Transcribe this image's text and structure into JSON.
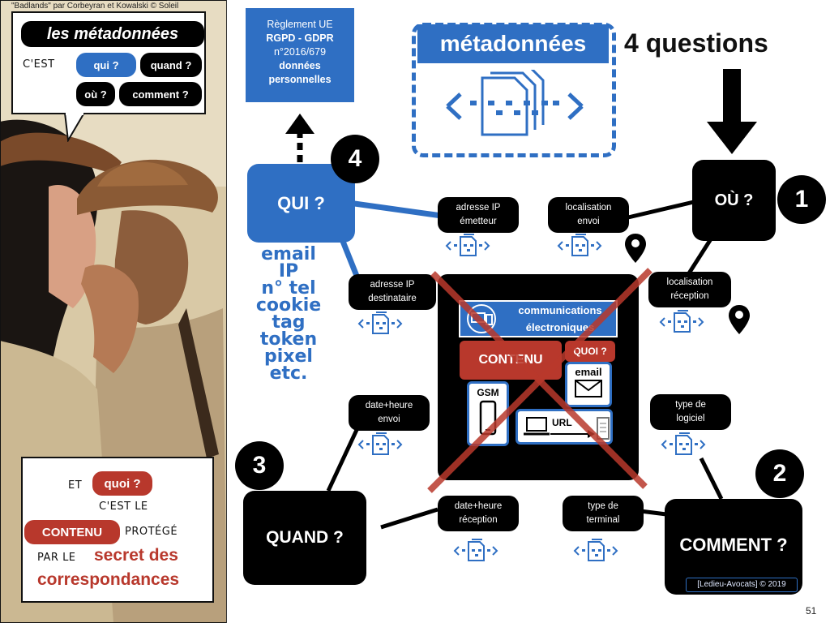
{
  "comic": {
    "credit": "\"Badlands\" par Corbeyran et Kowalski © Soleil",
    "top_bubble": {
      "title": "les métadonnées",
      "cest": "C'EST",
      "q_qui": "qui ?",
      "q_quand": "quand ?",
      "q_ou": "où ?",
      "q_comment": "comment ?"
    },
    "bottom_bubble": {
      "et": "ET",
      "quoi": "quoi ?",
      "cest_le": "C'EST LE",
      "contenu": "CONTENU",
      "protege": "PROTÉGÉ",
      "par_le": "PAR LE",
      "secret": "secret des",
      "correspondances": "correspondances"
    }
  },
  "diagram": {
    "reglement": {
      "line1": "Règlement UE",
      "line2": "RGPD - GDPR",
      "line3": "n°2016/679",
      "line4": "données",
      "line5": "personnelles"
    },
    "metadonnees_title": "métadonnées",
    "questions_title": "4 questions",
    "qui": "QUI ?",
    "ou": "OÙ ?",
    "quand": "QUAND ?",
    "comment": "COMMENT ?",
    "numbers": {
      "n1": "1",
      "n2": "2",
      "n3": "3",
      "n4": "4"
    },
    "qui_examples": [
      "email",
      "IP",
      "n° tel",
      "cookie",
      "tag",
      "token",
      "pixel",
      "etc."
    ],
    "labels": {
      "ip_emetteur": [
        "adresse IP",
        "émetteur"
      ],
      "localisation_envoi": [
        "localisation",
        "envoi"
      ],
      "ip_destinataire": [
        "adresse IP",
        "destinataire"
      ],
      "localisation_reception": [
        "localisation",
        "réception"
      ],
      "date_envoi": [
        "date+heure",
        "envoi"
      ],
      "type_logiciel": [
        "type de",
        "logiciel"
      ],
      "date_reception": [
        "date+heure",
        "réception"
      ],
      "type_terminal": [
        "type de",
        "terminal"
      ]
    },
    "center": {
      "communication": "communications électroniques",
      "contenu": "CONTENU",
      "quoi": "QUOI ?",
      "email": "email",
      "gsm": "GSM",
      "url": "URL"
    },
    "footer_credit": "[Ledieu-Avocats] © 2019",
    "page_number": "51",
    "colors": {
      "blue": "#2f6fc3",
      "red": "#b8382c",
      "black": "#000000"
    }
  }
}
